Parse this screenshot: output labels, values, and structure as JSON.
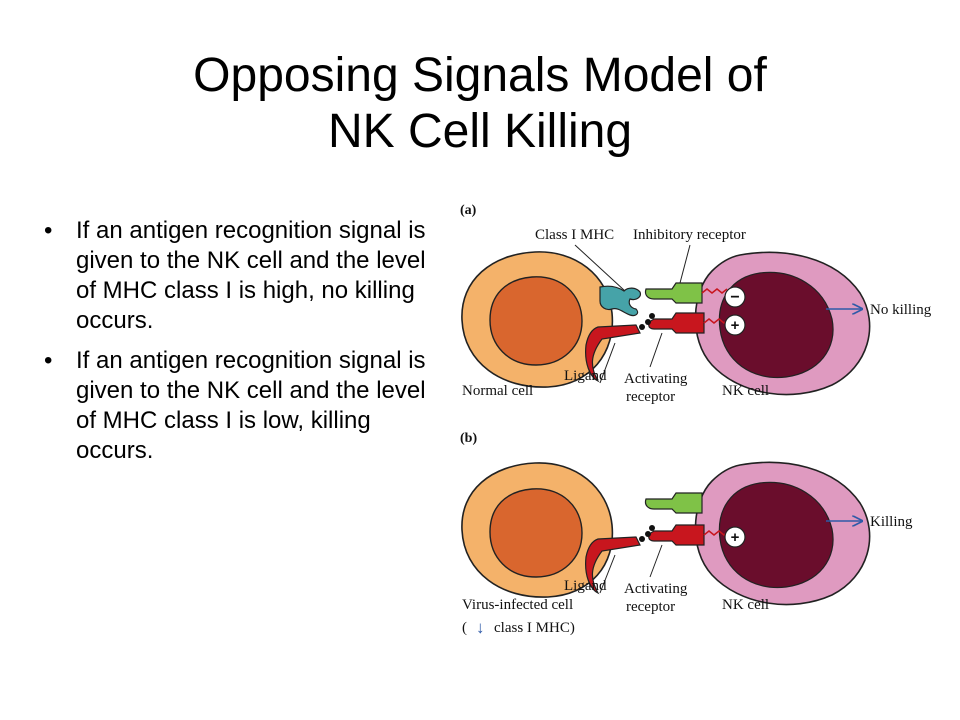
{
  "slide": {
    "title_line1": "Opposing Signals Model of",
    "title_line2": "NK Cell Killing",
    "bullets": [
      "If an antigen recognition signal is given to the NK cell and the level of MHC class I is high, no killing occurs.",
      "If an antigen recognition signal is given to the NK cell and the level of MHC class I is low, killing occurs."
    ]
  },
  "figure": {
    "panel_a": {
      "label": "(a)",
      "class1_mhc": "Class I MHC",
      "inhibitory_receptor": "Inhibitory receptor",
      "ligand": "Ligand",
      "activating_line1": "Activating",
      "activating_line2": "receptor",
      "normal_cell": "Normal cell",
      "nk_cell": "NK cell",
      "outcome": "No killing",
      "minus": "−",
      "plus": "+"
    },
    "panel_b": {
      "label": "(b)",
      "ligand": "Ligand",
      "activating_line1": "Activating",
      "activating_line2": "receptor",
      "virus_cell": "Virus-infected cell",
      "class_note_open": "(",
      "class_note_arrow": "↓",
      "class_note_text": "class I MHC)",
      "nk_cell": "NK cell",
      "outcome": "Killing",
      "plus": "+"
    },
    "colors": {
      "normal_cell": "#f4b26a",
      "nucleus_target": "#d9662e",
      "nk_cell": "#df9ac0",
      "nk_nucleus": "#6a0d2c",
      "mhc": "#46a3a8",
      "inhibitory_receptor": "#7fc247",
      "activating_receptor": "#c8161e",
      "arrow": "#2f5aa8"
    }
  }
}
